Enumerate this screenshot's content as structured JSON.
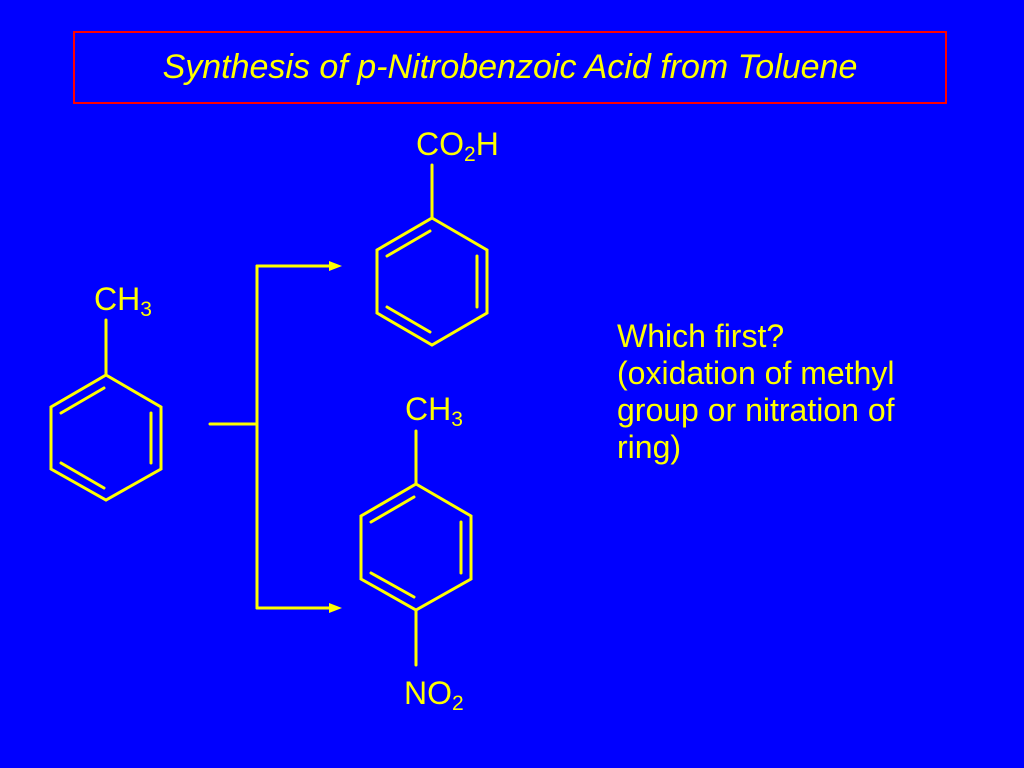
{
  "title": "Synthesis of p-Nitrobenzoic Acid from Toluene",
  "colors": {
    "background": "#0000ff",
    "foreground": "#ffff00",
    "title_border": "#ff0000"
  },
  "structures": {
    "toluene": {
      "label_main": "CH",
      "label_sub": "3"
    },
    "benzoic_acid": {
      "label_pre": "CO",
      "label_sub": "2",
      "label_post": "H"
    },
    "nitrotoluene": {
      "top_main": "CH",
      "top_sub": "3",
      "bottom_main": "NO",
      "bottom_sub": "2"
    }
  },
  "question": {
    "lines": [
      "Which first?",
      "(oxidation of methyl",
      "group or nitration of",
      "ring)"
    ]
  }
}
